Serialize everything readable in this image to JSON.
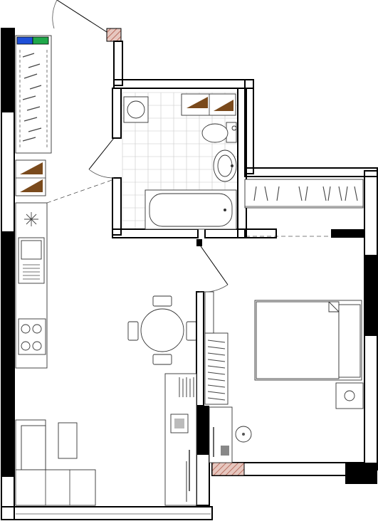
{
  "plan": {
    "kind": "one-bedroom apartment floor plan",
    "colors": {
      "wall": "#000000",
      "cabinet": "#7a4a1c",
      "hatch": "#b05a4a",
      "vent_blue": "#1e4fd8",
      "vent_green": "#1fa84a",
      "tile_grid": "#c8c8c8"
    },
    "rooms": [
      {
        "id": "bathroom",
        "fixtures": [
          "bathtub-icon",
          "toilet-icon",
          "sink-icon",
          "washing-machine-icon",
          "wall-cabinets"
        ]
      },
      {
        "id": "kitchen-living",
        "fixtures": [
          "stove-icon",
          "kitchen-sink-icon",
          "dining-table-icon",
          "sofa-icon",
          "coffee-table-icon",
          "wardrobe"
        ]
      },
      {
        "id": "bedroom",
        "fixtures": [
          "double-bed-icon",
          "nightstand-icon",
          "desk-icon",
          "wardrobe"
        ]
      },
      {
        "id": "hallway",
        "fixtures": [
          "wardrobe"
        ]
      }
    ]
  }
}
